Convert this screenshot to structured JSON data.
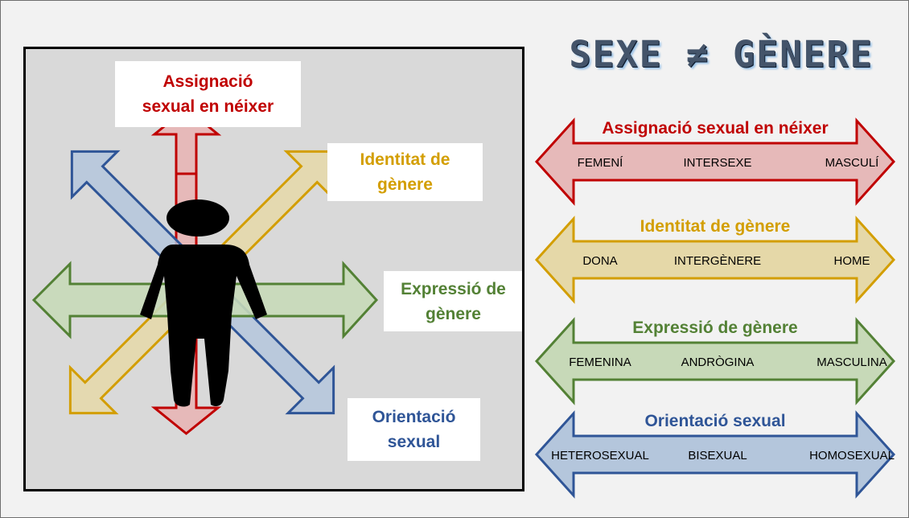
{
  "title": "SEXE ≠ GÈNERE",
  "colors": {
    "red": "#c00000",
    "red_fill": "#e6b9b9",
    "gold": "#d39e00",
    "gold_fill": "#e5d8a8",
    "green": "#538135",
    "green_fill": "#c7d9b8",
    "blue": "#2f5597",
    "blue_fill": "#b4c6dc"
  },
  "left_panel": {
    "labels": {
      "assigned": "Assignació\nsexual en néixer",
      "identity": "Identitat de\ngènere",
      "expression": "Expressió de\ngènere",
      "orientation": "Orientació\nsexual"
    },
    "figure": "person-silhouette"
  },
  "spectrums": [
    {
      "title": "Assignació sexual en néixer",
      "color": "red",
      "terms": [
        "FEMENÍ",
        "INTERSEXE",
        "MASCULÍ"
      ]
    },
    {
      "title": "Identitat de gènere",
      "color": "gold",
      "terms": [
        "DONA",
        "INTERGÈNERE",
        "HOME"
      ]
    },
    {
      "title": "Expressió de gènere",
      "color": "green",
      "terms": [
        "FEMENINA",
        "ANDRÒGINA",
        "MASCULINA"
      ]
    },
    {
      "title": "Orientació sexual",
      "color": "blue",
      "terms": [
        "HETEROSEXUAL",
        "BISEXUAL",
        "HOMOSEXUAL"
      ]
    }
  ]
}
